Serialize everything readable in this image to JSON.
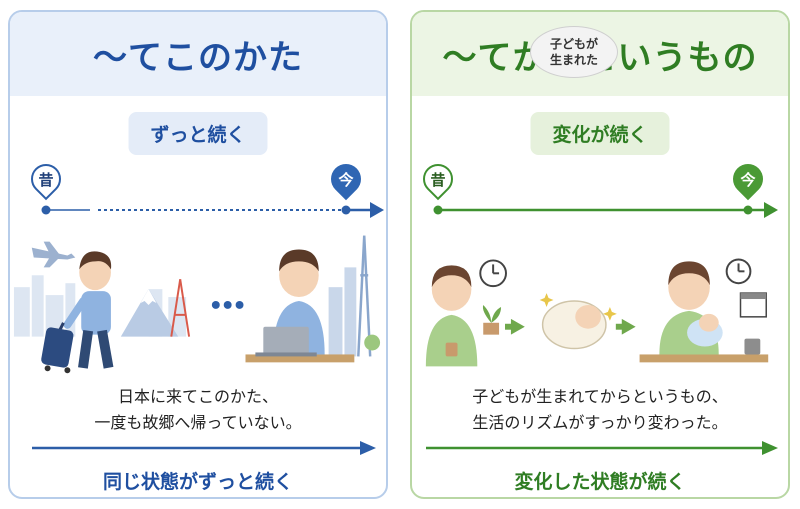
{
  "left_panel": {
    "title": "〜てこのかた",
    "badge": "ずっと続く",
    "past_label": "昔",
    "now_label": "今",
    "sentence_line1": "日本に来てこのかた、",
    "sentence_line2": "一度も故郷へ帰っていない。",
    "footer": "同じ状態がずっと続く",
    "accent_color": "#1f4fa0"
  },
  "right_panel": {
    "title": "〜てからというもの",
    "badge": "変化が続く",
    "past_label": "昔",
    "now_label": "今",
    "bubble_line1": "子どもが",
    "bubble_line2": "生まれた",
    "sentence_line1": "子どもが生まれてからというもの、",
    "sentence_line2": "生活のリズムがすっかり変わった。",
    "footer": "変化した状態が続く",
    "accent_color": "#2f7d23"
  }
}
